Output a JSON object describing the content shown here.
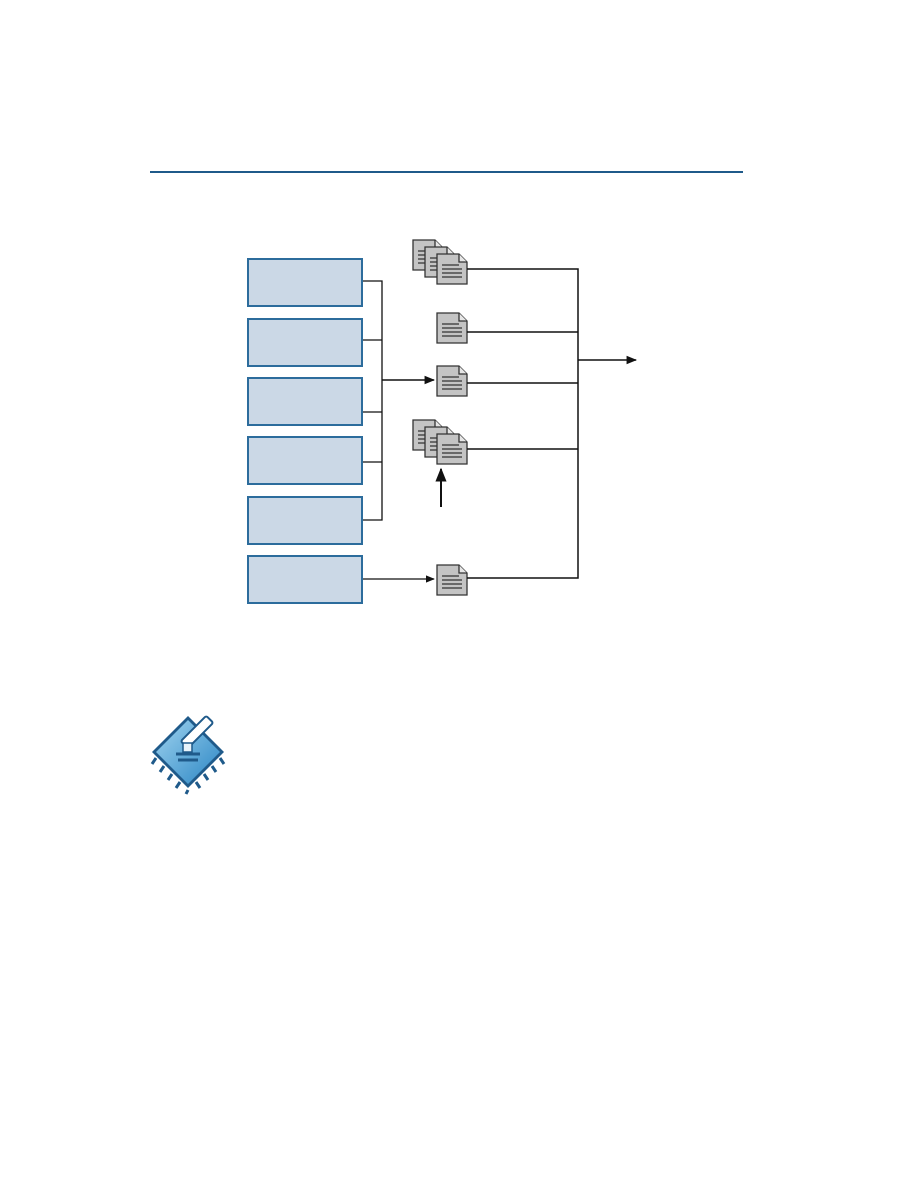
{
  "page": {
    "accent_color": "#1f5a8a",
    "box_fill": "#cbd8e6",
    "box_border": "#2c6c9c"
  },
  "diagram": {
    "boxes": [
      {
        "label": ""
      },
      {
        "label": ""
      },
      {
        "label": ""
      },
      {
        "label": ""
      },
      {
        "label": ""
      },
      {
        "label": ""
      }
    ],
    "documents": [
      {
        "kind": "stack",
        "icon": "document-stack-icon"
      },
      {
        "kind": "single",
        "icon": "document-icon"
      },
      {
        "kind": "single",
        "icon": "document-icon"
      },
      {
        "kind": "stack",
        "icon": "document-stack-icon"
      },
      {
        "kind": "single",
        "icon": "document-icon"
      }
    ]
  },
  "stamp": {
    "icon": "chip-pencil-icon"
  }
}
